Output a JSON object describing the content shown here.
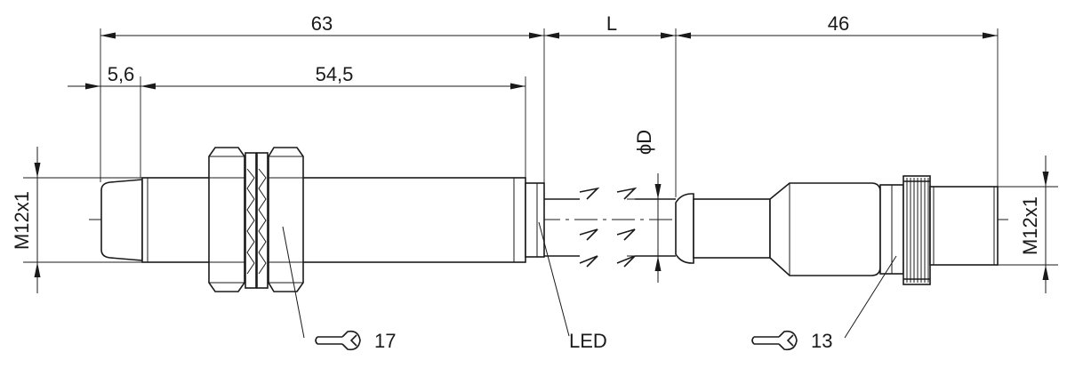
{
  "dimensions": {
    "overall_sensor_length": "63",
    "cable_length": "L",
    "connector_length": "46",
    "sensor_tip": "5,6",
    "thread_length": "54,5",
    "cable_diameter": "ϕD",
    "left_thread": "M12x1",
    "right_thread": "M12x1"
  },
  "callouts": {
    "sensor_wrench": "17",
    "led": "LED",
    "connector_wrench": "13"
  },
  "icons": {
    "wrench": "open-end-wrench-icon"
  }
}
